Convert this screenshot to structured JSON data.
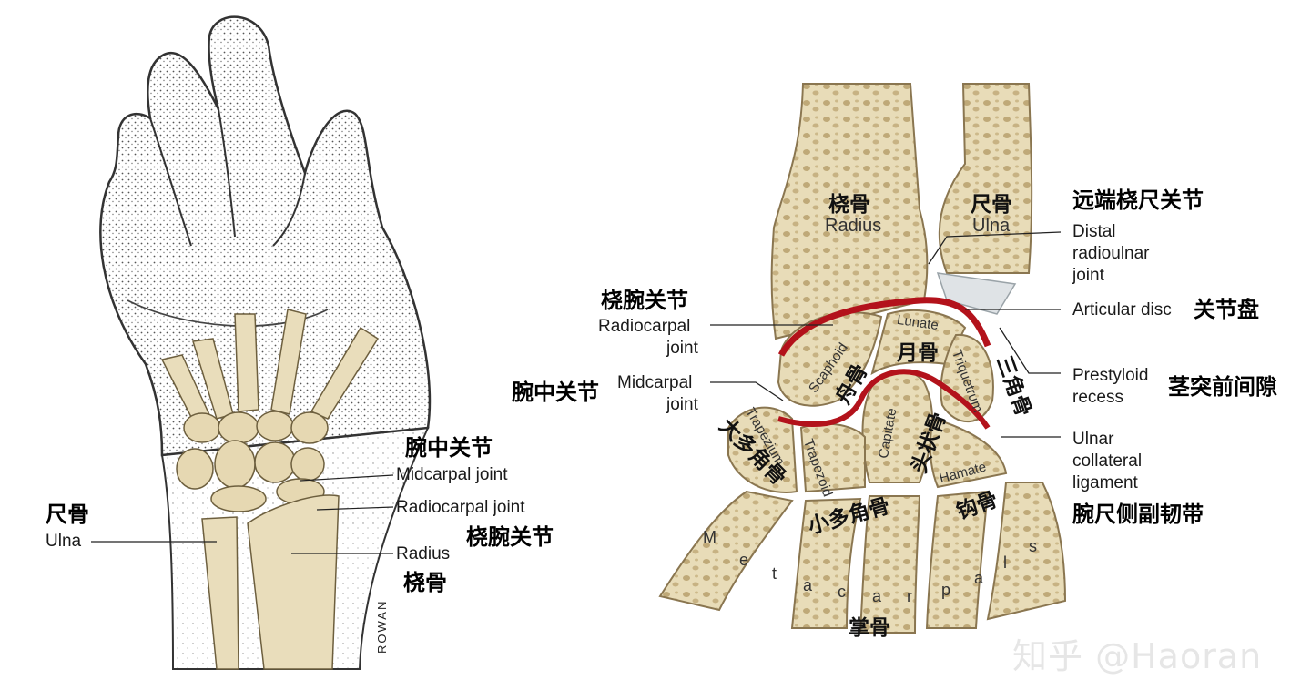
{
  "left_figure": {
    "labels": {
      "midcarpal_cn": "腕中关节",
      "midcarpal_en": "Midcarpal joint",
      "radiocarpal_en": "Radiocarpal joint",
      "radiocarpal_cn": "桡腕关节",
      "ulna_cn": "尺骨",
      "ulna_en": "Ulna",
      "radius_en": "Radius",
      "radius_cn": "桡骨"
    },
    "signature": "ROWAN"
  },
  "right_figure": {
    "bones": {
      "radius_cn": "桡骨",
      "radius_en": "Radius",
      "ulna_cn": "尺骨",
      "ulna_en": "Ulna",
      "lunate_en": "Lunate",
      "lunate_cn": "月骨",
      "scaphoid_en": "Scaphoid",
      "scaphoid_cn": "舟骨",
      "triquetrum_en": "Triquetrum",
      "triquetrum_cn": "三角骨",
      "capitate_en": "Capitate",
      "capitate_cn": "头状骨",
      "trapezium_en": "Trapezium",
      "trapezium_cn": "大多角骨",
      "trapezoid_en": "Trapezoid",
      "trapezoid_cn": "小多角骨",
      "hamate_en": "Hamate",
      "hamate_cn": "钩骨",
      "metacarpals_letters": [
        "M",
        "e",
        "t",
        "a",
        "c",
        "a",
        "r",
        "p",
        "a",
        "l",
        "s"
      ],
      "metacarpals_cn": "掌骨"
    },
    "callouts": {
      "drj_cn": "远端桡尺关节",
      "drj_en_1": "Distal",
      "drj_en_2": "radioulnar",
      "drj_en_3": "joint",
      "disc_en": "Articular disc",
      "disc_cn": "关节盘",
      "prestyloid_en_1": "Prestyloid",
      "prestyloid_en_2": "recess",
      "prestyloid_cn": "茎突前间隙",
      "ucl_en_1": "Ulnar",
      "ucl_en_2": "collateral",
      "ucl_en_3": "ligament",
      "ucl_cn": "腕尺侧副韧带",
      "radiocarpal_cn": "桡腕关节",
      "radiocarpal_en_1": "Radiocarpal",
      "radiocarpal_en_2": "joint",
      "midcarpal_cn": "腕中关节",
      "midcarpal_en_1": "Midcarpal",
      "midcarpal_en_2": "joint"
    }
  },
  "watermark": "知乎 @Haoran",
  "colors": {
    "bone": "#e8dcb8",
    "bone_dark": "#cdb98a",
    "cartilage": "#b3121b",
    "skin_line": "#333333"
  }
}
